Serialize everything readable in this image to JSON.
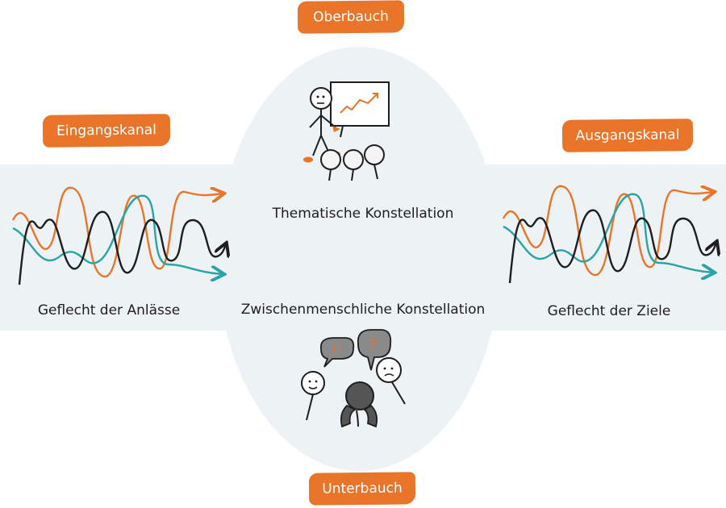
{
  "labels": {
    "top": "Oberbauch",
    "left": "Eingangskanal",
    "right": "Ausgangskanal",
    "bottom": "Unterbauch"
  },
  "captions": {
    "left": "Geflecht der Anlässe",
    "right": "Geflecht der Ziele",
    "thematic": "Thematische Konstellation",
    "interpersonal": "Zwischenmenschliche Konstellation"
  },
  "speech": {
    "left_bubble": "!!",
    "middle_bubble": "?"
  },
  "colors": {
    "orange": "#e8752a",
    "teal": "#2aa3a8",
    "black": "#1e1e1e",
    "grey": "#8a8a8a",
    "dark_grey": "#555555",
    "background_shape": "#edf2f4"
  },
  "icons": [
    "presenter-icon",
    "audience-icon",
    "conversation-icon",
    "wave-weave-icon"
  ]
}
